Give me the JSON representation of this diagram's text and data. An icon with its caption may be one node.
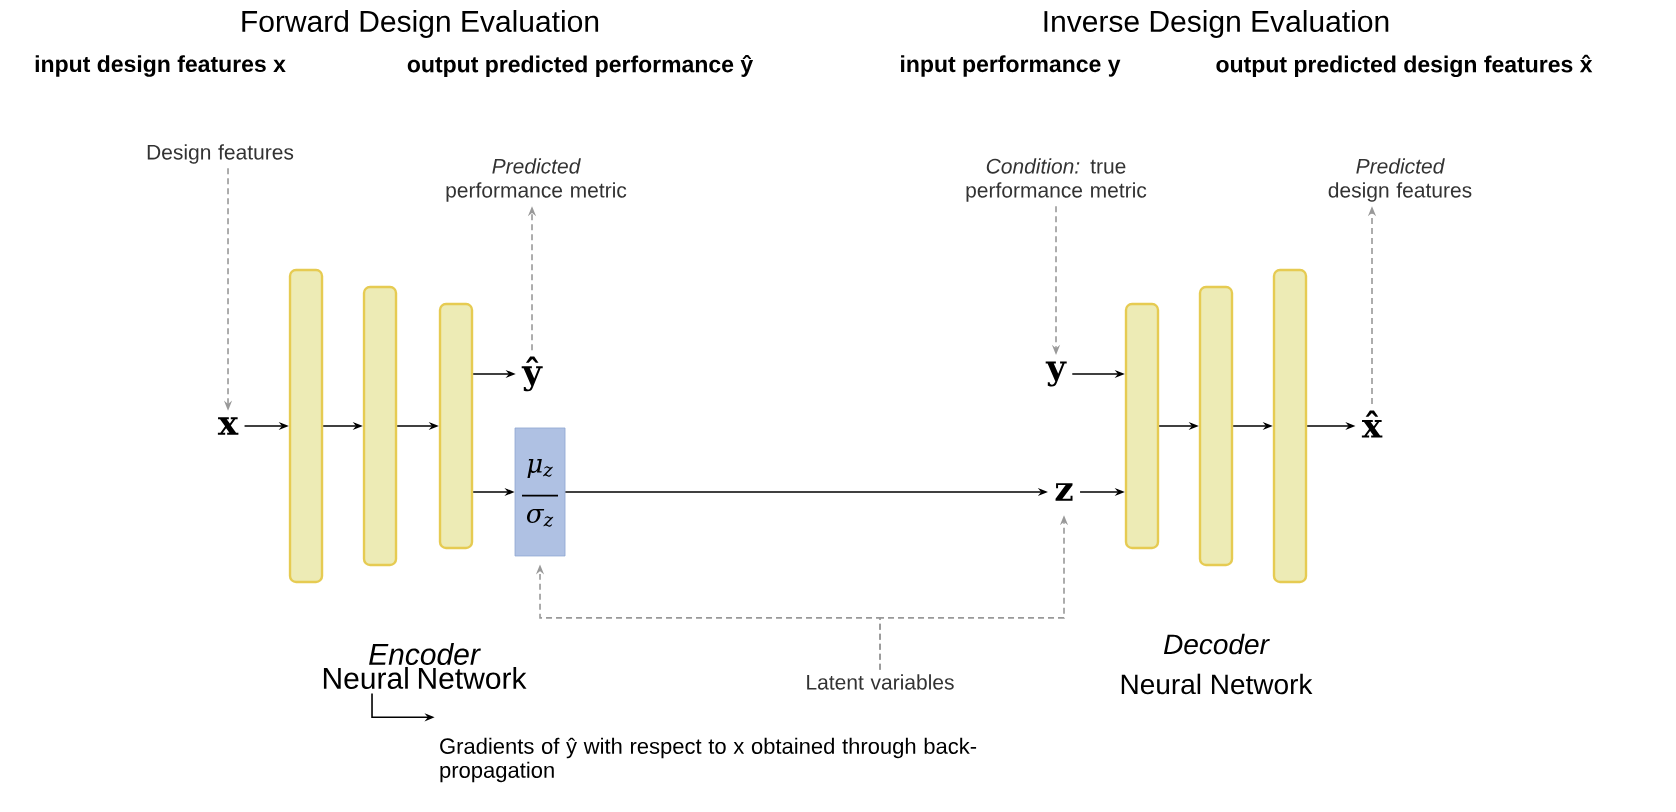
{
  "diagram": {
    "nodes": [
      {
        "text": [
          "x"
        ]
      },
      {
        "text": [],
        "shape": "bar"
      },
      {
        "text": [],
        "shape": "bar"
      },
      {
        "text": [],
        "shape": "bar"
      },
      {
        "text": [
          "ŷ"
        ]
      },
      {
        "text": [
          "μ$_{z}$",
          "σ$_{z}$"
        ]
      },
      {
        "text": [
          "Design features"
        ]
      },
      {
        "text": [
          "Predicted",
          "performance metric"
        ]
      },
      {
        "text": [
          "z"
        ]
      },
      {
        "text": [
          "y"
        ]
      },
      {
        "text": [
          "*Condition:* true performance metric"
        ]
      },
      {
        "text": [],
        "shape": "bar"
      },
      {
        "text": [],
        "shape": "bar"
      },
      {
        "text": [],
        "shape": "bar"
      },
      {
        "text": [
          "x̂"
        ]
      },
      {
        "text": [
          "Predicted",
          "design features"
        ]
      },
      {
        "text": [
          "Encoder",
          "Neural Network"
        ]
      },
      {
        "text": [
          "Gradients of ŷ with respect to x obtained through back-propagation"
        ]
      },
      {
        "text": [
          "Latent variables"
        ]
      }
    ],
    "edges": [
      {
        "from": 0,
        "to": 1,
        "arrow": "to"
      },
      {
        "from": 1,
        "to": 2,
        "arrow": "to"
      },
      {
        "from": 2,
        "to": 3,
        "arrow": "to"
      },
      {
        "from": 3,
        "to": 4,
        "arrow": "to"
      },
      {
        "from": 3,
        "to": 5,
        "arrow": "to"
      },
      {
        "from": 5,
        "to": 8,
        "arrow": "to"
      },
      {
        "from": 9,
        "to": 11,
        "arrow": "to"
      },
      {
        "from": 8,
        "to": 11,
        "arrow": "to"
      },
      {
        "from": 11,
        "to": 12,
        "arrow": "to"
      },
      {
        "from": 12,
        "to": 13,
        "arrow": "to"
      },
      {
        "from": 13,
        "to": 14,
        "arrow": "to"
      },
      {
        "from": 6,
        "to": 0,
        "arrow": "to",
        "style": "dashed",
        "color": "#999999"
      },
      {
        "from": 4,
        "to": 7,
        "arrow": "to",
        "style": "dashed",
        "color": "#999999"
      },
      {
        "from": 10,
        "to": 9,
        "arrow": "to",
        "style": "dashed",
        "color": "#999999"
      },
      {
        "from": 14,
        "to": 15,
        "arrow": "to",
        "style": "dashed",
        "color": "#999999"
      },
      {
        "from": 18,
        "to": 5,
        "arrow": "to",
        "style": "dashed",
        "color": "#999999"
      },
      {
        "from": 18,
        "to": 8,
        "arrow": "to",
        "style": "dashed",
        "color": "#999999"
      },
      {
        "from": 16,
        "to": 17,
        "arrow": "to"
      }
    ],
    "labels": [
      "Forward Design Evaluation",
      "input design features x",
      "output predicted performance ŷ",
      "Inverse Design Evaluation",
      "input performance y",
      "output predicted design features x̂",
      "Decoder",
      "Neural Network"
    ]
  }
}
